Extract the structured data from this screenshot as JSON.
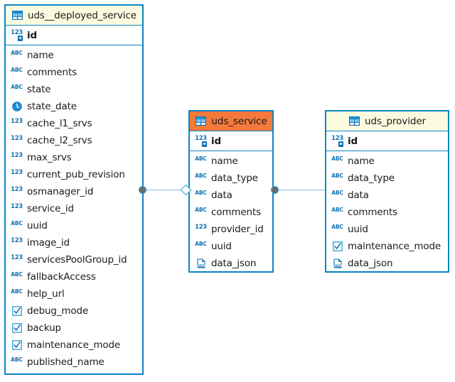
{
  "diagram": {
    "kind": "er-diagram",
    "background": "#ffffff",
    "border_color": "#0b85c4",
    "line_color": "#7fc4e8"
  },
  "tables": [
    {
      "id": "uds_deployed_service",
      "title": "uds__deployed_service",
      "header_color": "#fbfbe0",
      "header_align": "left",
      "table_icon": "table-grid-icon",
      "columns": [
        {
          "name": "id",
          "type_icon": "primary-key-number-icon",
          "pk": true
        },
        {
          "name": "name",
          "type_icon": "abc-text-icon"
        },
        {
          "name": "comments",
          "type_icon": "abc-text-icon"
        },
        {
          "name": "state",
          "type_icon": "abc-text-icon"
        },
        {
          "name": "state_date",
          "type_icon": "clock-date-icon"
        },
        {
          "name": "cache_l1_srvs",
          "type_icon": "number-icon"
        },
        {
          "name": "cache_l2_srvs",
          "type_icon": "number-icon"
        },
        {
          "name": "max_srvs",
          "type_icon": "number-icon"
        },
        {
          "name": "current_pub_revision",
          "type_icon": "number-icon"
        },
        {
          "name": "osmanager_id",
          "type_icon": "number-icon"
        },
        {
          "name": "service_id",
          "type_icon": "number-icon"
        },
        {
          "name": "uuid",
          "type_icon": "abc-text-icon"
        },
        {
          "name": "image_id",
          "type_icon": "number-icon"
        },
        {
          "name": "servicesPoolGroup_id",
          "type_icon": "number-icon"
        },
        {
          "name": "fallbackAccess",
          "type_icon": "abc-text-icon"
        },
        {
          "name": "help_url",
          "type_icon": "abc-text-icon"
        },
        {
          "name": "debug_mode",
          "type_icon": "checkbox-boolean-icon"
        },
        {
          "name": "backup",
          "type_icon": "checkbox-boolean-icon"
        },
        {
          "name": "maintenance_mode",
          "type_icon": "checkbox-boolean-icon"
        },
        {
          "name": "published_name",
          "type_icon": "abc-text-icon"
        }
      ]
    },
    {
      "id": "uds_service",
      "title": "uds_service",
      "header_color": "#f4793b",
      "header_align": "center",
      "table_icon": "table-grid-icon",
      "columns": [
        {
          "name": "id",
          "type_icon": "primary-key-number-icon",
          "pk": true
        },
        {
          "name": "name",
          "type_icon": "abc-text-icon"
        },
        {
          "name": "data_type",
          "type_icon": "abc-text-icon"
        },
        {
          "name": "data",
          "type_icon": "abc-text-icon"
        },
        {
          "name": "comments",
          "type_icon": "abc-text-icon"
        },
        {
          "name": "provider_id",
          "type_icon": "number-icon"
        },
        {
          "name": "uuid",
          "type_icon": "abc-text-icon"
        },
        {
          "name": "data_json",
          "type_icon": "json-document-icon"
        }
      ]
    },
    {
      "id": "uds_provider",
      "title": "uds_provider",
      "header_color": "#fbfbe0",
      "header_align": "center",
      "table_icon": "table-grid-icon",
      "columns": [
        {
          "name": "id",
          "type_icon": "primary-key-number-icon",
          "pk": true
        },
        {
          "name": "name",
          "type_icon": "abc-text-icon"
        },
        {
          "name": "data_type",
          "type_icon": "abc-text-icon"
        },
        {
          "name": "data",
          "type_icon": "abc-text-icon"
        },
        {
          "name": "comments",
          "type_icon": "abc-text-icon"
        },
        {
          "name": "uuid",
          "type_icon": "abc-text-icon"
        },
        {
          "name": "maintenance_mode",
          "type_icon": "checkbox-boolean-icon"
        },
        {
          "name": "data_json",
          "type_icon": "json-document-icon"
        }
      ]
    }
  ],
  "relationships": [
    {
      "id": "deployed_service-to-service",
      "from_table": "uds_deployed_service",
      "to_table": "uds_service",
      "from_marker": "filled-dot",
      "to_marker": "hollow-diamond"
    },
    {
      "id": "service-to-provider",
      "from_table": "uds_service",
      "to_table": "uds_provider",
      "from_marker": "filled-dot",
      "to_marker": "plain"
    }
  ]
}
